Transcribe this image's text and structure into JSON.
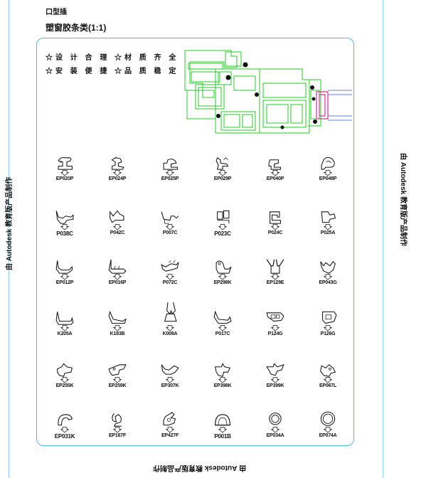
{
  "header": {
    "small": "口型插",
    "title": "塑窗胶条类(1:1)"
  },
  "features": [
    "☆设 计 合 理",
    "☆材 质 齐 全",
    "☆安 装 便 捷",
    "☆品 质 稳 定"
  ],
  "watermark": "由 Autodesk 教育版产品制作",
  "colors": {
    "frame": "#4fb7de",
    "profile": "#22cc22",
    "insert": "#d0309a",
    "ink": "#111111"
  },
  "rows": [
    [
      "EP020P",
      "EP024P",
      "EP025P",
      "EP029P",
      "EP040P",
      "EP048P"
    ],
    [
      "P038C",
      "P042C",
      "P007C",
      "P023C",
      "P024C",
      "P025A"
    ],
    [
      "EP012P",
      "EP016P",
      "P072C",
      "EP298K",
      "EP129E",
      "EP043G"
    ],
    [
      "K205A",
      "K183B",
      "K008A",
      "P017C",
      "P124G",
      "P126G"
    ],
    [
      "EP255K",
      "EP259K",
      "EP307K",
      "EP398K",
      "EP399K",
      "EP067L"
    ],
    [
      "EP031K",
      "EP167F",
      "EP427F",
      "P001B",
      "EP034A",
      "EP074A"
    ]
  ]
}
